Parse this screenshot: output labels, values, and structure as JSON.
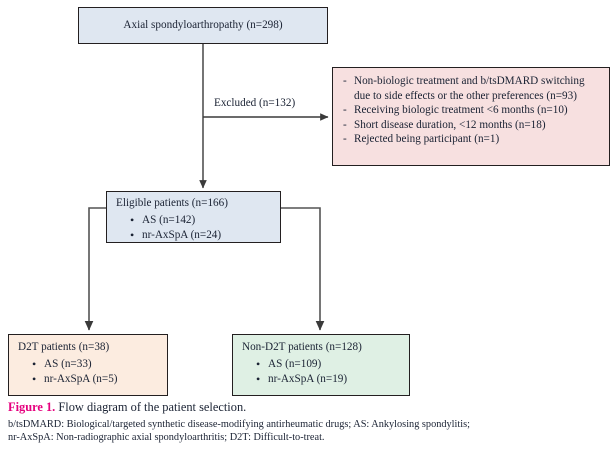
{
  "figure": {
    "caption_label": "Figure 1.",
    "caption_text": " Flow diagram of the patient selection.",
    "footnote_line1": "b/tsDMARD: Biological/targeted synthetic disease-modifying antirheumatic drugs; AS: Ankylosing spondylitis;",
    "footnote_line2": "nr-AxSpA: Non-radiographic axial spondyloarthritis; D2T: Difficult-to-treat."
  },
  "colors": {
    "axial_fill": "#dfe7f1",
    "excluded_fill": "#f7e0e0",
    "eligible_fill": "#dfe7f1",
    "d2t_fill": "#fcece0",
    "nond2t_fill": "#dff0e4",
    "border": "#231f20",
    "connector": "#545454",
    "caption_accent": "#e6007e"
  },
  "nodes": {
    "axial": {
      "title": "Axial spondyloarthropathy (n=298)"
    },
    "excluded_edge": {
      "label": "Excluded (n=132)"
    },
    "excluded": {
      "items": [
        "Non-biologic treatment and b/tsDMARD switching due to side effects or the other preferences (n=93)",
        "Receiving biologic treatment <6 months (n=10)",
        "Short disease duration, <12 months (n=18)",
        "Rejected being participant (n=1)"
      ]
    },
    "eligible": {
      "title": "Eligible patients (n=166)",
      "items": [
        "AS (n=142)",
        "nr-AxSpA (n=24)"
      ]
    },
    "d2t": {
      "title": "D2T patients (n=38)",
      "items": [
        "AS (n=33)",
        "nr-AxSpA (n=5)"
      ]
    },
    "nond2t": {
      "title": "Non-D2T patients (n=128)",
      "items": [
        "AS (n=109)",
        "nr-AxSpA (n=19)"
      ]
    }
  }
}
